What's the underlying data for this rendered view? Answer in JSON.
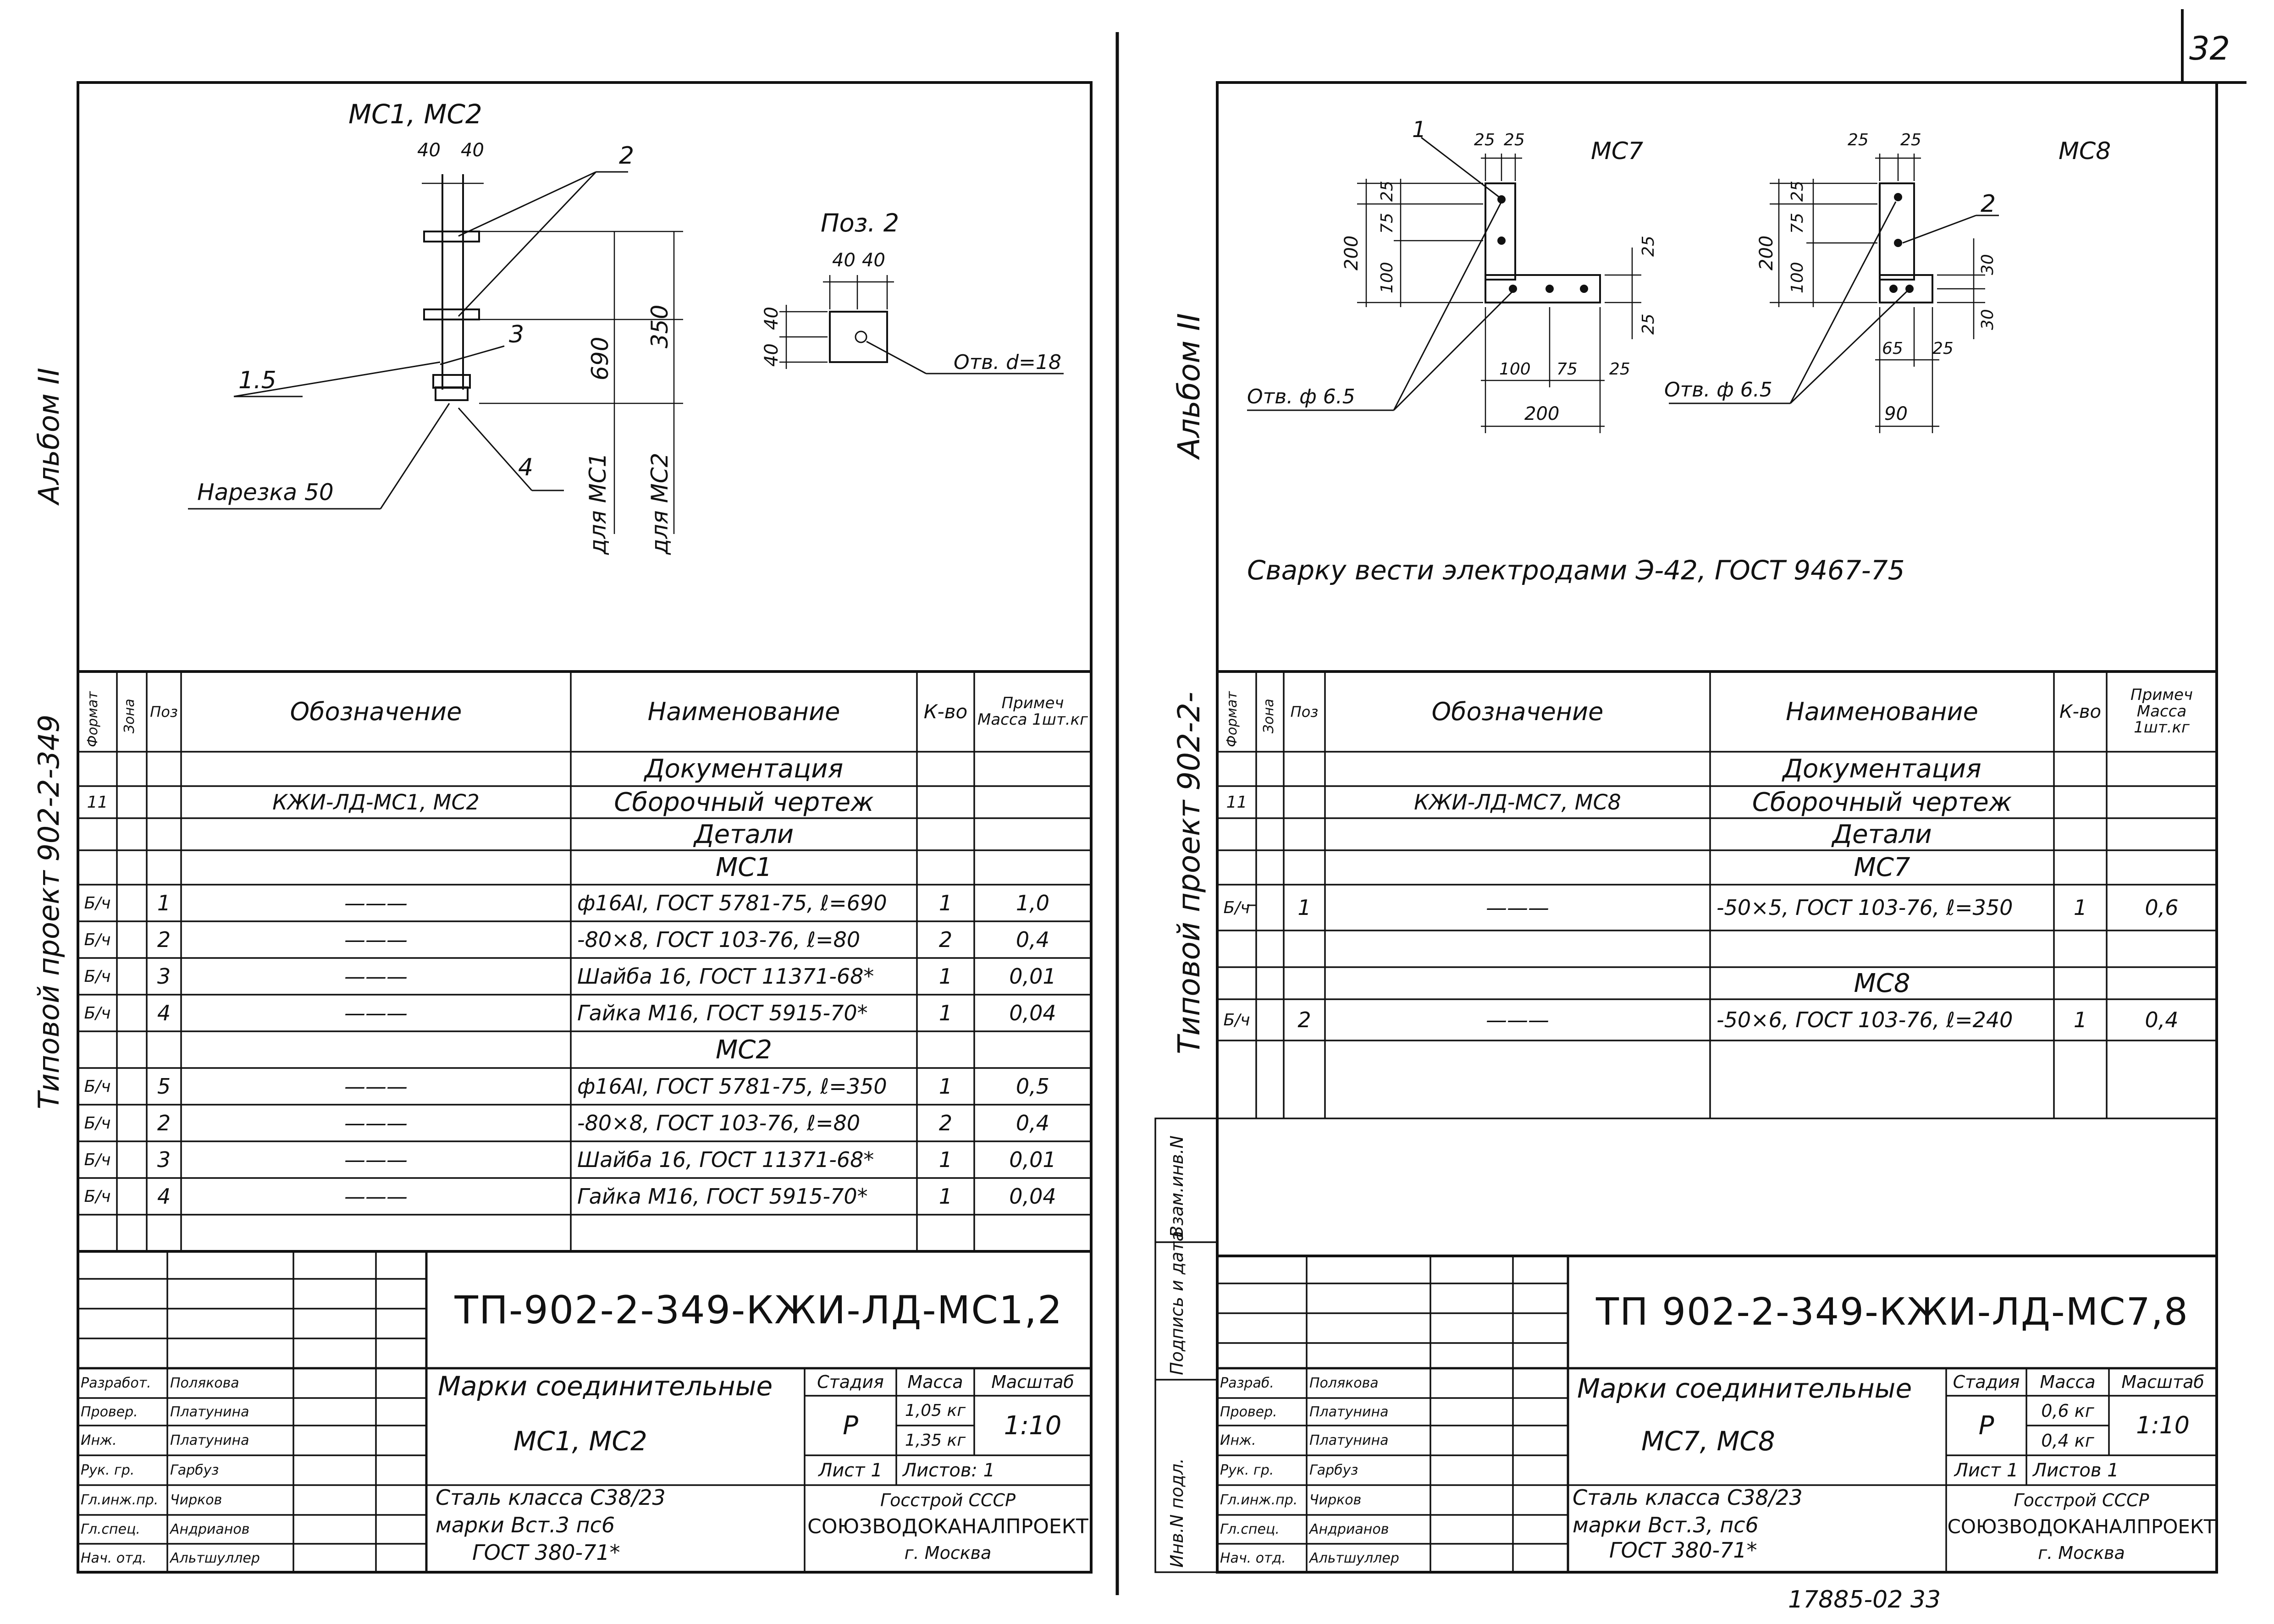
{
  "page_number": "32",
  "bottom_note": "17885-02   33",
  "left_margin": {
    "album": "Альбом II",
    "project": "Типовой проект 902-2-349"
  },
  "right_margin": {
    "album": "Альбом II",
    "project": "Типовой проект 902-2-",
    "stamp": [
      "Инв.N подл.",
      "Подпись и дата",
      "Взам.инв.N"
    ]
  },
  "left_sheet": {
    "drawing": {
      "title": "МС1, МС2",
      "pos2_title": "Поз. 2",
      "dims": [
        "40",
        "40",
        "690",
        "350",
        "40",
        "40",
        "40",
        "40"
      ],
      "labels": [
        "1.5",
        "2",
        "3",
        "4",
        "Нарезка 50",
        "для МС1",
        "для МС2",
        "Отв. d=18"
      ]
    },
    "headers": [
      "Формат",
      "Зона",
      "Поз",
      "Обозначение",
      "Наименование",
      "К-во",
      "Примеч Масса 1шт.кг"
    ],
    "rows": [
      {
        "fmt": "",
        "pos": "",
        "des": "",
        "name": "Документация",
        "qty": "",
        "note": ""
      },
      {
        "fmt": "11",
        "pos": "",
        "des": "КЖИ-ЛД-МС1, МС2",
        "name": "Сборочный чертеж",
        "qty": "",
        "note": ""
      },
      {
        "fmt": "",
        "pos": "",
        "des": "",
        "name": "Детали",
        "qty": "",
        "note": ""
      },
      {
        "fmt": "",
        "pos": "",
        "des": "",
        "name": "МС1",
        "qty": "",
        "note": ""
      },
      {
        "fmt": "Б/ч",
        "pos": "1",
        "des": "———",
        "name": "ф16АI, ГОСТ 5781-75, ℓ=690",
        "qty": "1",
        "note": "1,0"
      },
      {
        "fmt": "Б/ч",
        "pos": "2",
        "des": "———",
        "name": "-80×8, ГОСТ 103-76, ℓ=80",
        "qty": "2",
        "note": "0,4"
      },
      {
        "fmt": "Б/ч",
        "pos": "3",
        "des": "———",
        "name": "Шайба 16, ГОСТ 11371-68*",
        "qty": "1",
        "note": "0,01"
      },
      {
        "fmt": "Б/ч",
        "pos": "4",
        "des": "———",
        "name": "Гайка М16, ГОСТ 5915-70*",
        "qty": "1",
        "note": "0,04"
      },
      {
        "fmt": "",
        "pos": "",
        "des": "",
        "name": "МС2",
        "qty": "",
        "note": ""
      },
      {
        "fmt": "Б/ч",
        "pos": "5",
        "des": "———",
        "name": "ф16АI, ГОСТ 5781-75, ℓ=350",
        "qty": "1",
        "note": "0,5"
      },
      {
        "fmt": "Б/ч",
        "pos": "2",
        "des": "———",
        "name": "-80×8, ГОСТ 103-76, ℓ=80",
        "qty": "2",
        "note": "0,4"
      },
      {
        "fmt": "Б/ч",
        "pos": "3",
        "des": "———",
        "name": "Шайба 16, ГОСТ 11371-68*",
        "qty": "1",
        "note": "0,01"
      },
      {
        "fmt": "Б/ч",
        "pos": "4",
        "des": "———",
        "name": "Гайка М16, ГОСТ 5915-70*",
        "qty": "1",
        "note": "0,04"
      }
    ],
    "code": "ТП-902-2-349-КЖИ-ЛД-МС1,2",
    "title1": "Марки соединительные",
    "title2": "МС1, МС2",
    "stage_h": "Стадия",
    "mass_h": "Масса",
    "scale_h": "Масштаб",
    "stage": "Р",
    "mass1": "1,05 кг",
    "mass2": "1,35 кг",
    "scale": "1:10",
    "sheet": "Лист 1",
    "sheets": "Листов: 1",
    "material": [
      "Сталь класса С38/23",
      "марки Вст.3 пс6",
      "ГОСТ 380-71*"
    ],
    "org": [
      "Госстрой СССР",
      "СОЮЗВОДОКАНАЛПРОЕКТ",
      "г. Москва"
    ],
    "signers": [
      {
        "role": "Разработ.",
        "name": "Полякова"
      },
      {
        "role": "Провер.",
        "name": "Платунина"
      },
      {
        "role": "Инж.",
        "name": "Платунина"
      },
      {
        "role": "Рук. гр.",
        "name": "Гарбуз"
      },
      {
        "role": "Гл.инж.пр.",
        "name": "Чирков"
      },
      {
        "role": "Гл.спец.",
        "name": "Андрианов"
      },
      {
        "role": "Нач. отд.",
        "name": "Альтшуллер"
      }
    ]
  },
  "right_sheet": {
    "drawing": {
      "title7": "МС7",
      "title8": "МС8",
      "dims7": [
        "25",
        "25",
        "25",
        "75",
        "200",
        "100",
        "25",
        "25",
        "100",
        "75",
        "25",
        "200"
      ],
      "dims8": [
        "25",
        "25",
        "25",
        "75",
        "200",
        "100",
        "30",
        "30",
        "65",
        "25",
        "90"
      ],
      "labels": [
        "1",
        "2",
        "Отв. ф 6.5",
        "Отв. ф 6.5"
      ],
      "weld_note": "Сварку вести электродами Э-42, ГОСТ 9467-75"
    },
    "headers": [
      "Формат",
      "Зона",
      "Поз",
      "Обозначение",
      "Наименование",
      "К-во",
      "Примеч Масса 1шт.кг"
    ],
    "rows": [
      {
        "fmt": "",
        "pos": "",
        "des": "",
        "name": "Документация",
        "qty": "",
        "note": ""
      },
      {
        "fmt": "11",
        "pos": "",
        "des": "КЖИ-ЛД-МС7, МС8",
        "name": "Сборочный чертеж",
        "qty": "",
        "note": ""
      },
      {
        "fmt": "",
        "pos": "",
        "des": "",
        "name": "Детали",
        "qty": "",
        "note": ""
      },
      {
        "fmt": "",
        "pos": "",
        "des": "",
        "name": "МС7",
        "qty": "",
        "note": ""
      },
      {
        "fmt": "Б/ч",
        "pos": "1",
        "des": "———",
        "name": "-50×5, ГОСТ 103-76, ℓ=350",
        "qty": "1",
        "note": "0,6"
      },
      {
        "fmt": "",
        "pos": "",
        "des": "",
        "name": "",
        "qty": "",
        "note": ""
      },
      {
        "fmt": "",
        "pos": "",
        "des": "",
        "name": "МС8",
        "qty": "",
        "note": ""
      },
      {
        "fmt": "Б/ч",
        "pos": "2",
        "des": "———",
        "name": "-50×6, ГОСТ 103-76, ℓ=240",
        "qty": "1",
        "note": "0,4"
      }
    ],
    "code": "ТП 902-2-349-КЖИ-ЛД-МС7,8",
    "title1": "Марки соединительные",
    "title2": "МС7, МС8",
    "stage_h": "Стадия",
    "mass_h": "Масса",
    "scale_h": "Масштаб",
    "stage": "Р",
    "mass1": "0,6 кг",
    "mass2": "0,4 кг",
    "scale": "1:10",
    "sheet": "Лист 1",
    "sheets": "Листов 1",
    "material": [
      "Сталь класса С38/23",
      "марки Вст.3, пс6",
      "ГОСТ 380-71*"
    ],
    "org": [
      "Госстрой СССР",
      "СОЮЗВОДОКАНАЛПРОЕКТ",
      "г. Москва"
    ],
    "signers": [
      {
        "role": "Разраб.",
        "name": "Полякова"
      },
      {
        "role": "Провер.",
        "name": "Платунина"
      },
      {
        "role": "Инж.",
        "name": "Платунина"
      },
      {
        "role": "Рук. гр.",
        "name": "Гарбуз"
      },
      {
        "role": "Гл.инж.пр.",
        "name": "Чирков"
      },
      {
        "role": "Гл.спец.",
        "name": "Андрианов"
      },
      {
        "role": "Нач. отд.",
        "name": "Альтшуллер"
      }
    ]
  }
}
